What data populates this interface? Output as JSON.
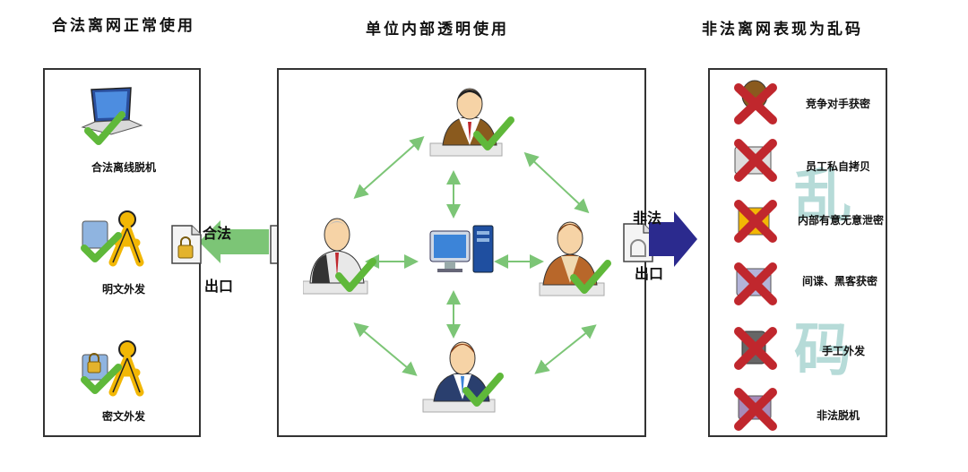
{
  "titles": {
    "left": "合法离网正常使用",
    "middle": "单位内部透明使用",
    "right": "非法离网表现为乱码"
  },
  "left_panel": {
    "items": [
      {
        "label": "合法离线脱机",
        "icon": "laptop-icon"
      },
      {
        "label": "明文外发",
        "icon": "messenger-icon"
      },
      {
        "label": "密文外发",
        "icon": "messenger-lock-icon"
      }
    ]
  },
  "left_arrow": {
    "top_text": "合法",
    "bottom_text": "出口",
    "color": "#7cc576"
  },
  "right_arrow": {
    "top_text": "非法",
    "bottom_text": "出口",
    "color": "#2b2a8e"
  },
  "right_panel": {
    "watermark": [
      "乱",
      "码"
    ],
    "items": [
      {
        "label": "竞争对手获密"
      },
      {
        "label": "员工私自拷贝"
      },
      {
        "label": "内部有意无意泄密"
      },
      {
        "label": "间谍、黑客获密"
      },
      {
        "label": "手工外发"
      },
      {
        "label": "非法脱机"
      }
    ]
  },
  "colors": {
    "arrow_green": "#7cc576",
    "check_green": "#5fb83a",
    "cross_red": "#c0272d"
  }
}
